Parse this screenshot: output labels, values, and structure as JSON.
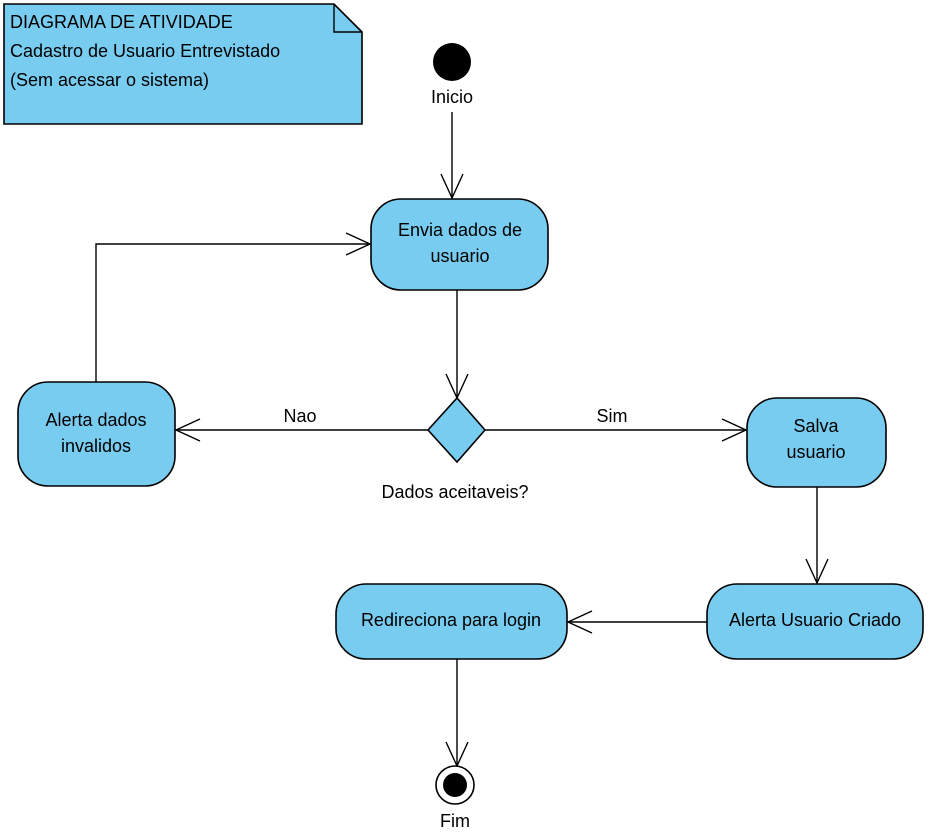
{
  "note": {
    "line1": "DIAGRAMA DE ATIVIDADE",
    "line2": "Cadastro de Usuario Entrevistado",
    "line3": "(Sem acessar o sistema)"
  },
  "start": {
    "label": "Inicio"
  },
  "end": {
    "label": "Fim"
  },
  "activities": {
    "envia": {
      "line1": "Envia dados de",
      "line2": "usuario"
    },
    "alerta_invalidos": {
      "line1": "Alerta dados",
      "line2": "invalidos"
    },
    "salva": {
      "line1": "Salva",
      "line2": "usuario"
    },
    "alerta_criado": {
      "label": "Alerta Usuario Criado"
    },
    "redireciona": {
      "label": "Redireciona para login"
    }
  },
  "decision": {
    "label": "Dados aceitaveis?"
  },
  "guards": {
    "nao": "Nao",
    "sim": "Sim"
  },
  "colors": {
    "node_fill": "#77ccf0",
    "stroke": "#000000",
    "background": "#ffffff"
  }
}
